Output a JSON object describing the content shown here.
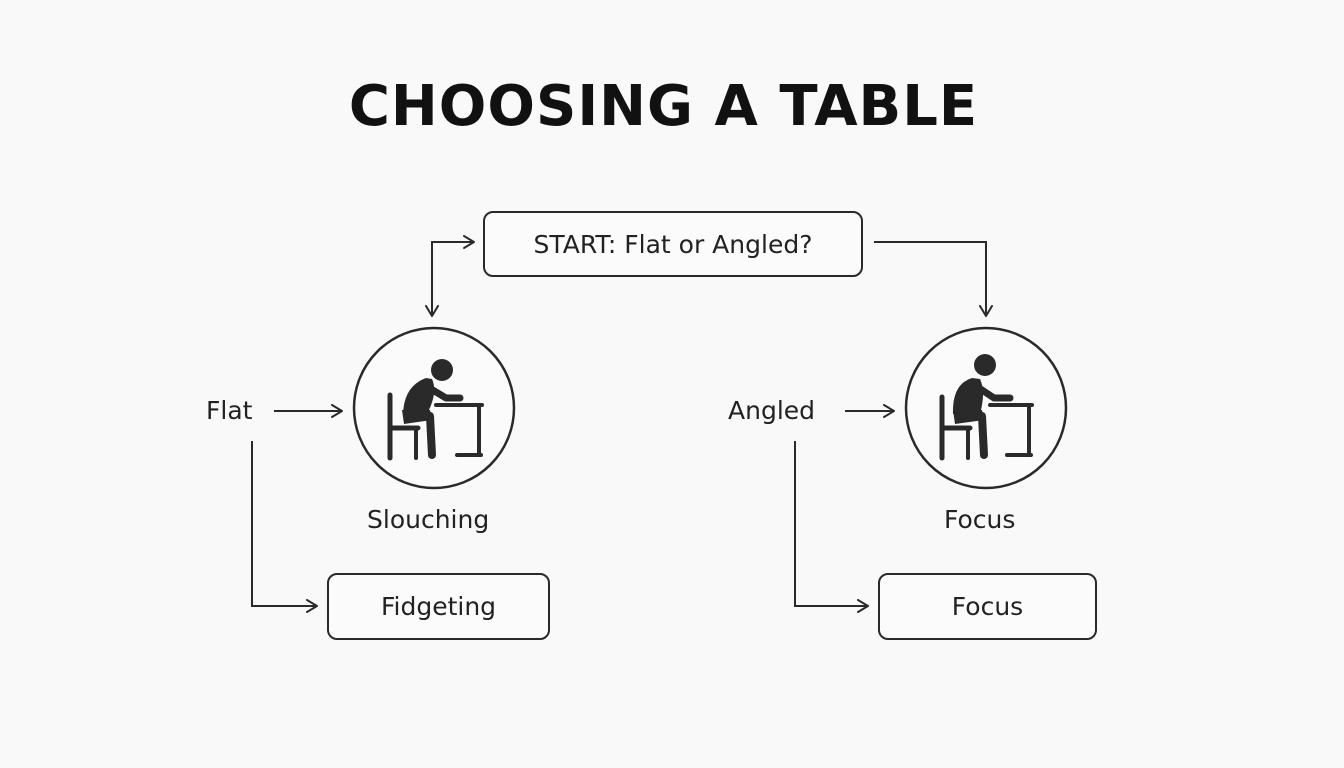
{
  "title": "CHOOSING A TABLE",
  "nodes": {
    "start": "START: Flat or Angled?",
    "flat": "Flat",
    "angled": "Angled",
    "slouching": "Slouching",
    "focus_caption": "Focus",
    "fidgeting": "Fidgeting",
    "focus_box": "Focus"
  },
  "icons": {
    "left": "slouching-person-at-desk-icon",
    "right": "upright-person-at-desk-icon"
  },
  "colors": {
    "background": "#f9f9f9",
    "ink": "#222222"
  }
}
